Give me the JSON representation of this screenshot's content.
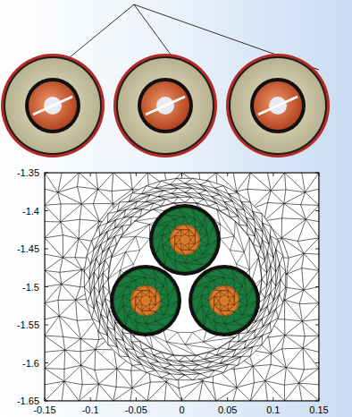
{
  "diagram": {
    "labels": [
      "-1.35",
      "-1.4",
      "-1.45",
      "-1.5",
      "-1.55",
      "-1.6",
      "-1.65",
      "-0.15",
      "-0.1",
      "-0.05",
      "0",
      "0.05",
      "0.1",
      "0.15"
    ]
  }
}
